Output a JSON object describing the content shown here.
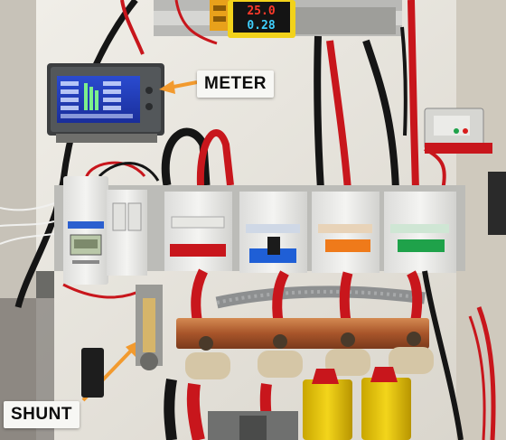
{
  "callouts": {
    "meter": "METER",
    "shunt": "SHUNT"
  },
  "top_display": {
    "upper": "25.0",
    "lower": "0.28"
  },
  "colors": {
    "arrow": "#f29a2e",
    "wire_red": "#c8161c",
    "wire_black": "#151515",
    "breaker_blue": "#1f5fd6",
    "breaker_orange": "#ef7a1a",
    "breaker_green": "#1fa24a",
    "busbar_copper": "#b8642f"
  }
}
